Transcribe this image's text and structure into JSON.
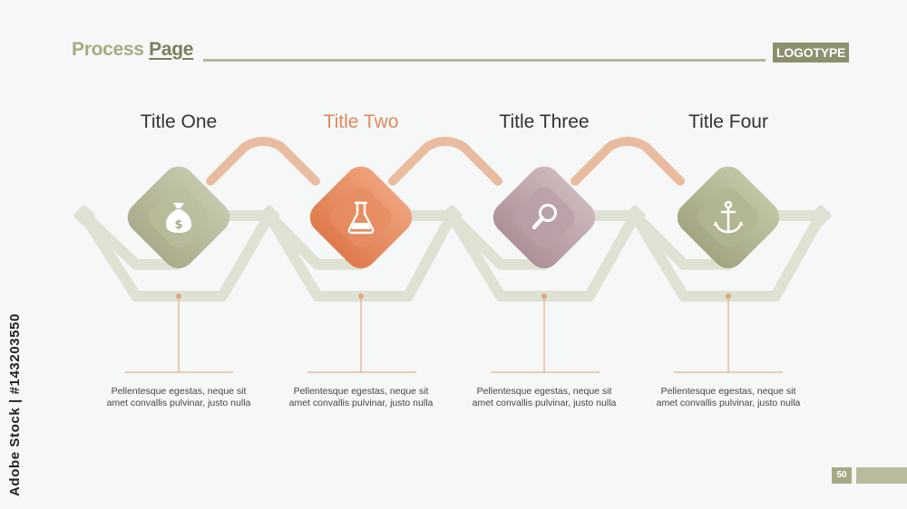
{
  "header": {
    "title_part1": "Process ",
    "title_part2": "Page",
    "logotype": "LOGOTYPE"
  },
  "side_text": "Adobe Stock | #143203550",
  "steps": [
    {
      "title": "Title One",
      "icon": "money-bag-icon",
      "desc": "Pellentesque egestas, neque sit amet convallis pulvinar, justo nulla"
    },
    {
      "title": "Title Two",
      "icon": "flask-icon",
      "desc": "Pellentesque egestas, neque sit amet convallis pulvinar, justo nulla"
    },
    {
      "title": "Title Three",
      "icon": "magnifier-icon",
      "desc": "Pellentesque egestas, neque sit amet convallis pulvinar, justo nulla"
    },
    {
      "title": "Title Four",
      "icon": "anchor-icon",
      "desc": "Pellentesque egestas, neque sit amet convallis pulvinar, justo nulla"
    }
  ],
  "page_number": "50",
  "colors": {
    "sage": "#a7aa86",
    "orange": "#e28456",
    "mauve": "#b79da3",
    "connector": "#e8b89a",
    "zigzag": "#dcdfcd"
  }
}
